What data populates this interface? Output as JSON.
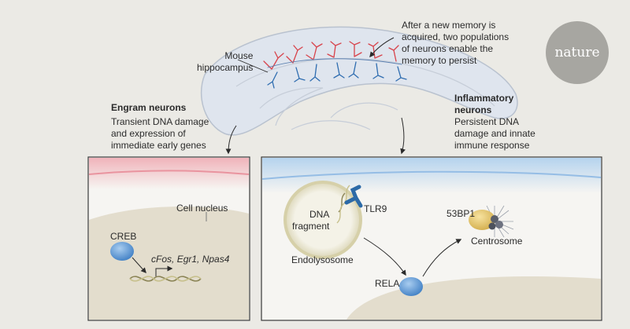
{
  "brand": {
    "logo_text": "nature"
  },
  "hippocampus": {
    "label": "Mouse\nhippocampus",
    "callout": "After a new memory is\nacquired, two populations\nof neurons enable the\nmemory to persist"
  },
  "engram": {
    "title": "Engram neurons",
    "description": "Transient DNA damage\nand expression of\nimmediate early genes",
    "nucleus_label": "Cell nucleus",
    "creb_label": "CREB",
    "genes": [
      "cFos",
      "Egr1",
      "Npas4"
    ],
    "gene_separator": ", "
  },
  "inflammatory": {
    "title": "Inflammatory\nneurons",
    "description": "Persistent DNA\ndamage and innate\nimmune response",
    "dna_fragment_label": "DNA\nfragment",
    "tlr9_label": "TLR9",
    "endolysosome_label": "Endolysosome",
    "rela_label": "RELA",
    "p53bp1_label": "53BP1",
    "centrosome_label": "Centrosome"
  },
  "colors": {
    "background": "#ebeae5",
    "engram_membrane": "#f2a7b0",
    "inflammatory_membrane": "#a8cbea",
    "nucleus": "#e3ddcd",
    "protein_blue": "#5c9bd5",
    "protein_yellow": "#e8cc6e",
    "neuron_red": "#d8434b",
    "neuron_blue": "#2f6db0"
  }
}
